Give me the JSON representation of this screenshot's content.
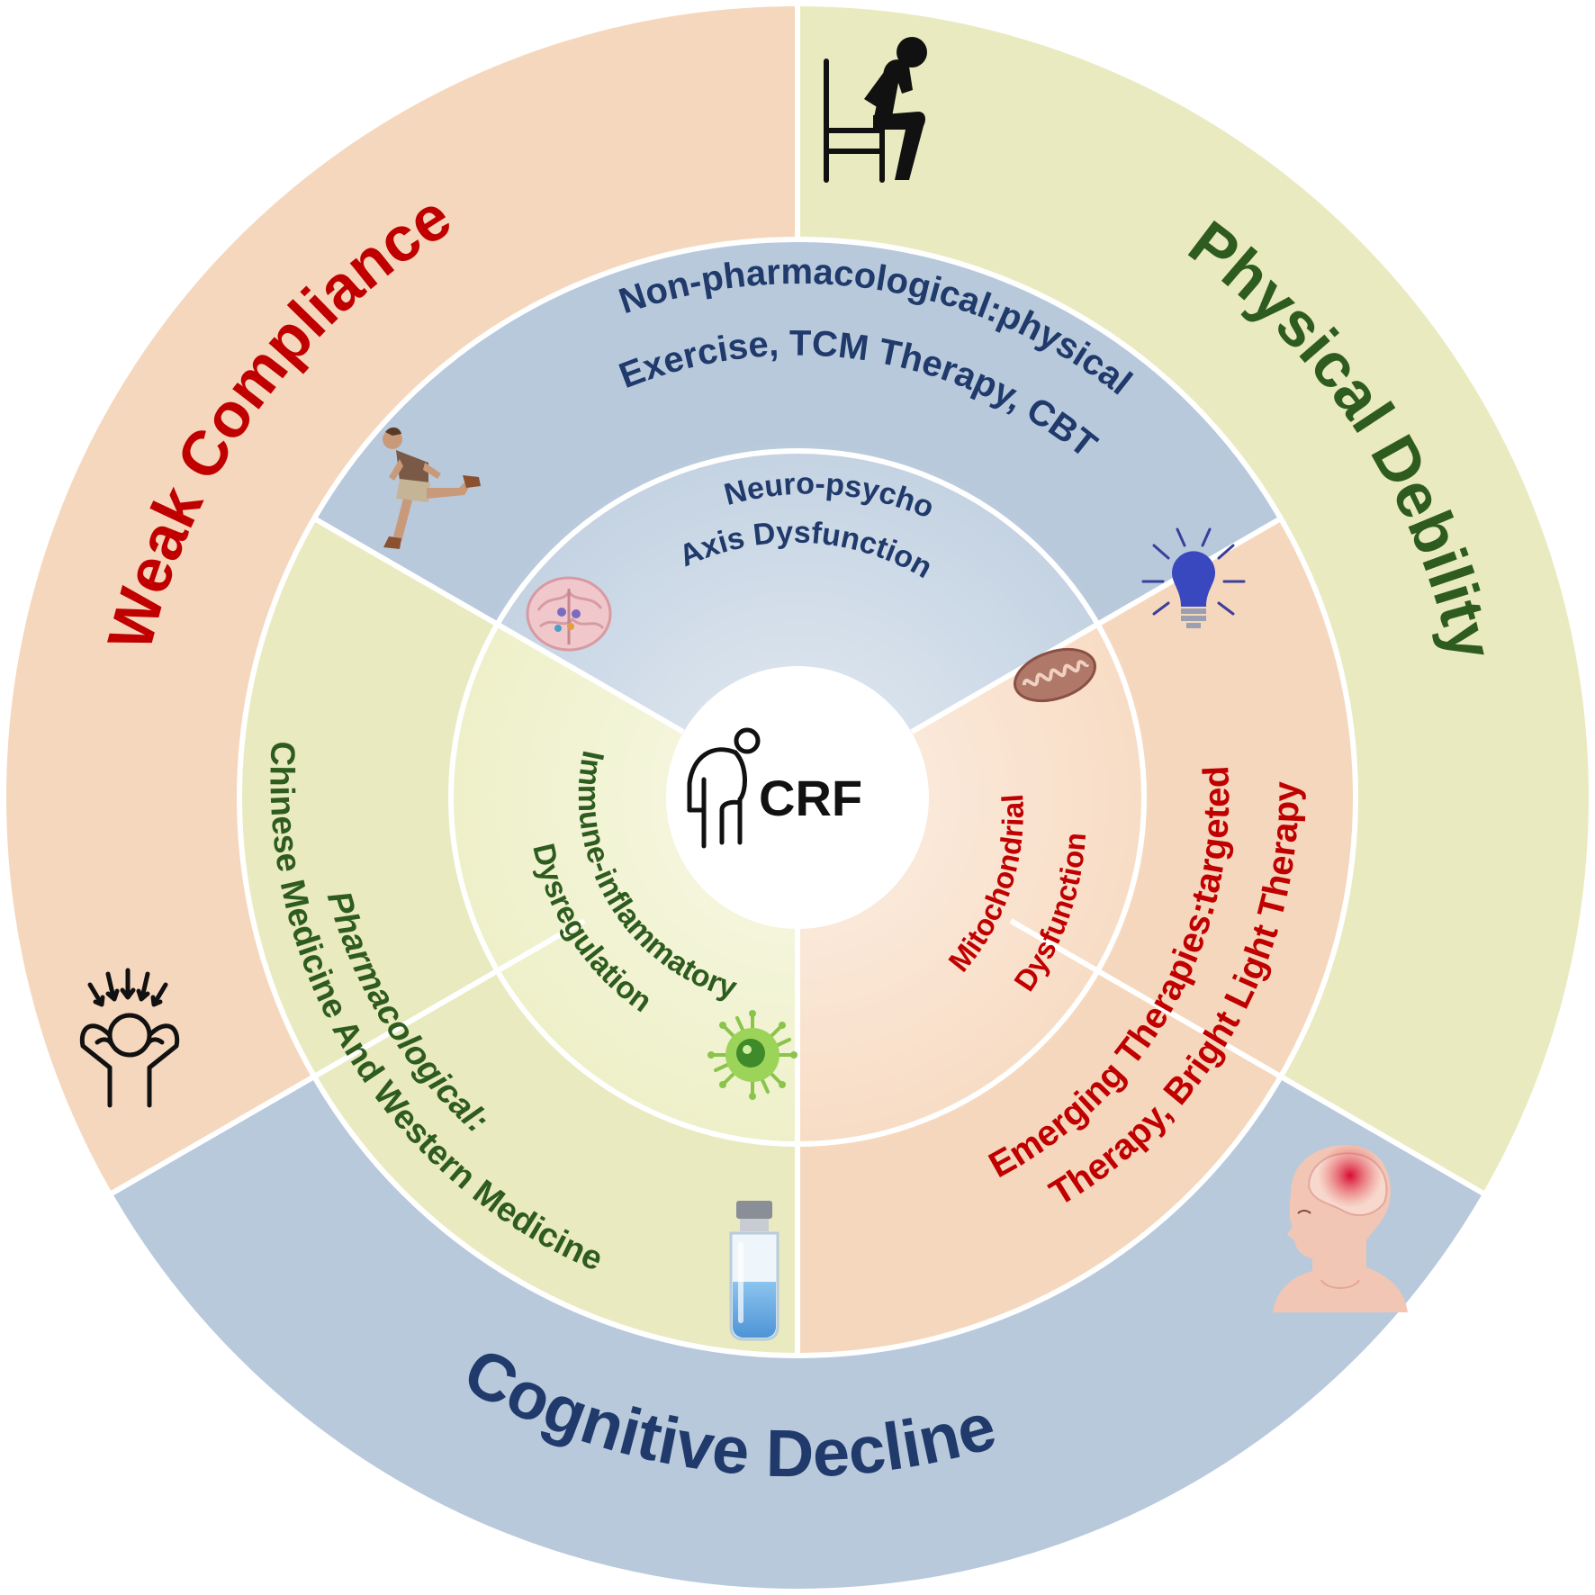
{
  "center": {
    "label": "CRF",
    "icon": "elderly-person-icon"
  },
  "outer_ring": [
    {
      "id": "weak-compliance",
      "label": "Weak Compliance",
      "color": "#c00000",
      "fill": "#f5d7bd",
      "icon": "stressed-person-icon"
    },
    {
      "id": "physical-debility",
      "label": "Physical Debility",
      "color": "#2e5c1e",
      "fill": "#eaeac0",
      "icon": "tired-person-on-chair-icon"
    },
    {
      "id": "cognitive-decline",
      "label": "Cognitive Decline",
      "color": "#1f3a6b",
      "fill": "#b8c9dc",
      "icon": "head-brain-pain-icon"
    }
  ],
  "middle_ring": [
    {
      "id": "non-pharmacological",
      "line1": "Non-pharmacological:physical",
      "line2": "Exercise, TCM Therapy, CBT",
      "color": "#1f3a6b",
      "fill": "#b8c9dc",
      "icon": "running-person-icon"
    },
    {
      "id": "emerging-therapies",
      "line1": "Emerging Therapies:targeted",
      "line2": "Therapy, Bright Light Therapy",
      "color": "#c00000",
      "fill": "#f5d7bd",
      "icon": "light-bulb-icon"
    },
    {
      "id": "pharmacological",
      "line1": "Pharmacological:",
      "line2": "Chinese Medicine And Western Medicine",
      "color": "#2e5c1e",
      "fill": "#eaeac0",
      "icon": "medicine-vial-icon"
    }
  ],
  "inner_ring": [
    {
      "id": "neuro-psycho",
      "line1": "Neuro-psycho",
      "line2": "Axis Dysfunction",
      "color": "#1f3a6b",
      "fill": "#c3d2e2",
      "icon": "brain-icon"
    },
    {
      "id": "mitochondrial",
      "line1": "Mitochondrial",
      "line2": "Dysfunction",
      "color": "#c00000",
      "fill": "#f8dcc4",
      "icon": "mitochondria-icon"
    },
    {
      "id": "immune",
      "line1": "Immune-inflammatory",
      "line2": "Dysregulation",
      "color": "#2e5c1e",
      "fill": "#eef0c8",
      "icon": "virus-icon"
    }
  ]
}
